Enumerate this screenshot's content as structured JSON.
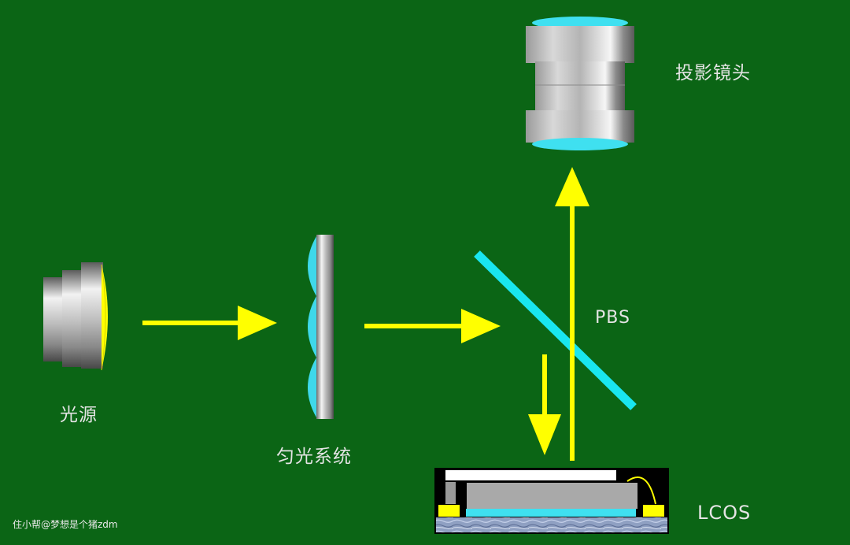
{
  "labels": {
    "light_source": "光源",
    "homogenizer": "匀光系统",
    "pbs": "PBS",
    "projection_lens": "投影镜头",
    "lcos": "LCOS"
  },
  "watermark": "住小帮@梦想是个猪zdm",
  "colors": {
    "background": "#0b6515",
    "light_ray": "#ffff00",
    "pbs_plate": "#19e6f0",
    "lens_glass": "#19e6f0",
    "lcos_frame": "#000000"
  },
  "icons": [
    "light-source-icon",
    "fly-eye-lens-icon",
    "pbs-plate-icon",
    "projection-lens-icon",
    "lcos-panel-icon"
  ]
}
